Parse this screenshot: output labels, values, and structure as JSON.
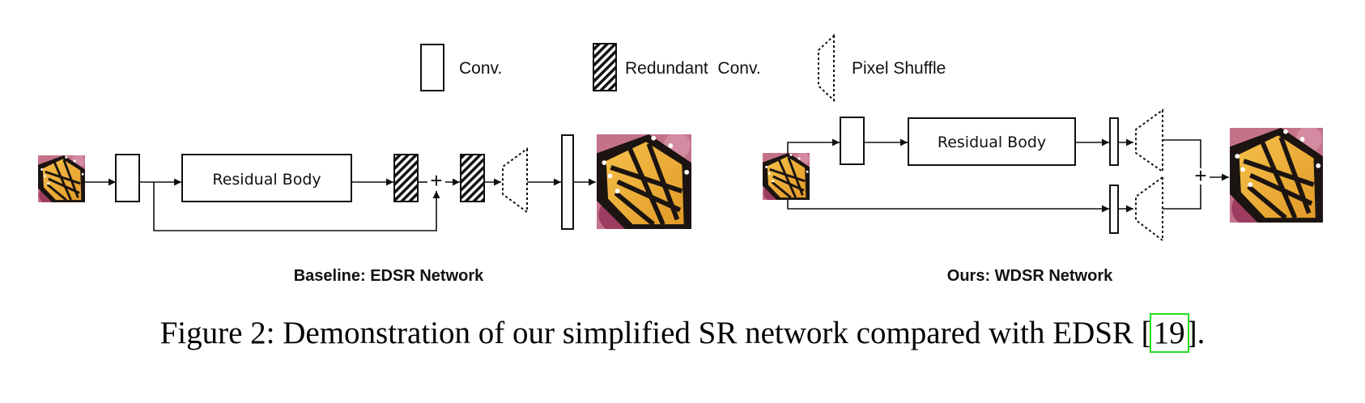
{
  "legend": {
    "conv": "Conv.",
    "redundant_conv": "Redundant  Conv.",
    "pixel_shuffle": "Pixel Shuffle"
  },
  "baseline": {
    "block_label": "Residual Body",
    "plus": "+",
    "title": "Baseline: EDSR Network"
  },
  "ours": {
    "block_label": "Residual Body",
    "plus": "+",
    "title": "Ours: WDSR Network"
  },
  "caption": {
    "prefix": "Figure 2: Demonstration of our simplified SR network compared with EDSR [",
    "citation": "19",
    "suffix": "]."
  },
  "colors": {
    "stroke": "#111111",
    "citation_box": "#22dd22"
  }
}
